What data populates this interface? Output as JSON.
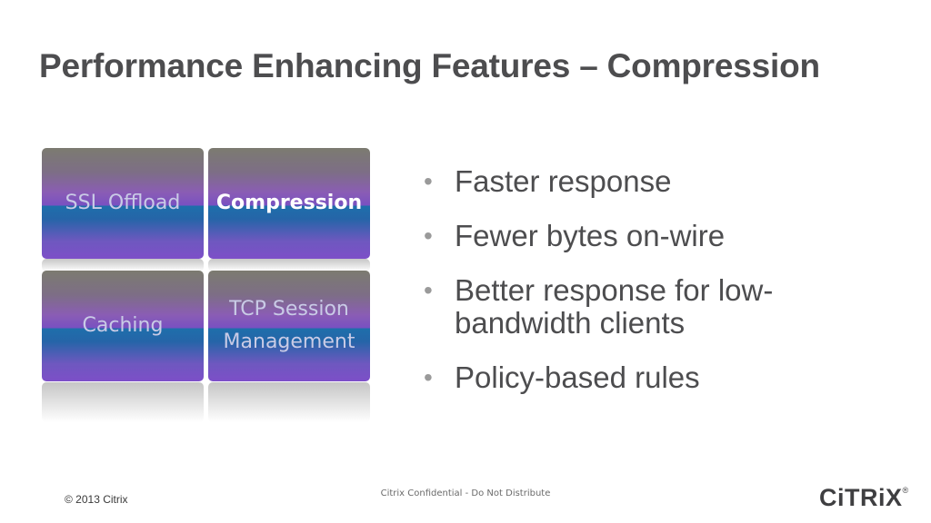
{
  "slide": {
    "title": "Performance Enhancing Features – Compression",
    "tiles": [
      {
        "label": "SSL Offload",
        "active": false
      },
      {
        "label": "Compression",
        "active": true
      },
      {
        "label": "Caching",
        "active": false
      },
      {
        "label": "TCP Session Management",
        "active": false
      }
    ],
    "bullets": [
      "Faster response",
      "Fewer bytes on-wire",
      "Better response for low-bandwidth clients",
      "Policy-based rules"
    ],
    "bullet_glyph": "•"
  },
  "footer": {
    "copyright": "© 2013 Citrix",
    "confidential": "Citrix Confidential - Do Not Distribute",
    "logo_text": "CiTRiX",
    "logo_mark": "®"
  },
  "colors": {
    "title": "#4d4d4f",
    "tile_band_blue": "#1e6fab",
    "tile_purple": "#7d4fc8"
  }
}
